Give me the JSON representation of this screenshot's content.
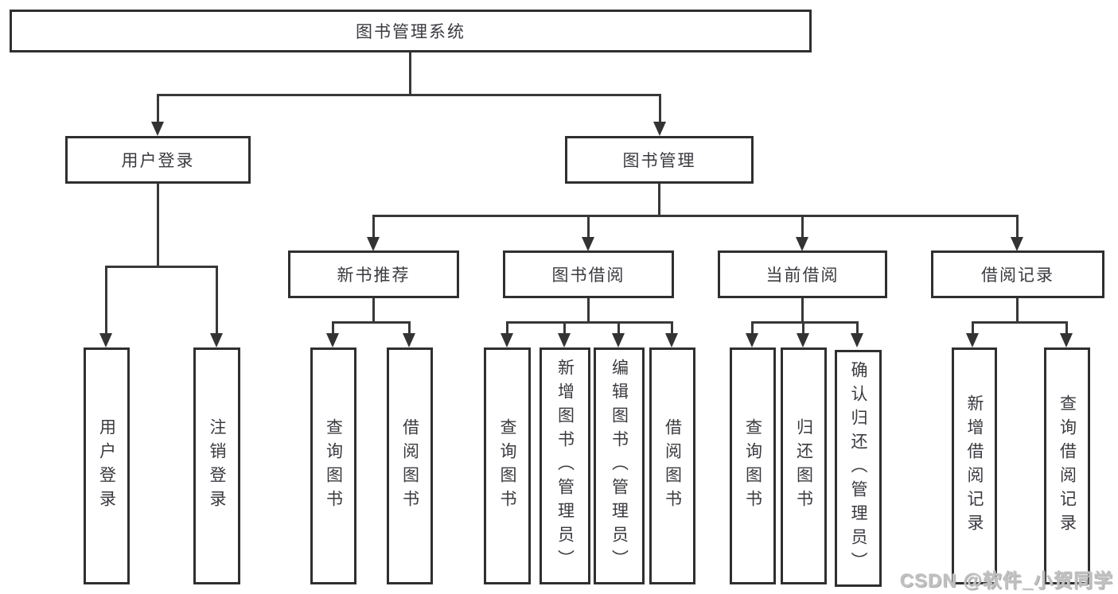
{
  "diagram": {
    "root": {
      "label": "图书管理系统"
    },
    "branches": [
      {
        "label": "用户登录",
        "children": [
          {
            "label": "用户登录"
          },
          {
            "label": "注销登录"
          }
        ]
      },
      {
        "label": "图书管理",
        "children": [
          {
            "label": "新书推荐",
            "children": [
              {
                "label": "查询图书"
              },
              {
                "label": "借阅图书"
              }
            ]
          },
          {
            "label": "图书借阅",
            "children": [
              {
                "label": "查询图书"
              },
              {
                "label": "新增图书（管理员）"
              },
              {
                "label": "编辑图书（管理员）"
              },
              {
                "label": "借阅图书"
              }
            ]
          },
          {
            "label": "当前借阅",
            "children": [
              {
                "label": "查询图书"
              },
              {
                "label": "归还图书"
              },
              {
                "label": "确认归还（管理员）"
              }
            ]
          },
          {
            "label": "借阅记录",
            "children": [
              {
                "label": "新增借阅记录"
              },
              {
                "label": "查询借阅记录"
              }
            ]
          }
        ]
      }
    ],
    "watermark": "CSDN @软件_小贺同学",
    "colors": {
      "line": "#383838",
      "box_border": "#2f2f2f",
      "text": "#3a3a40",
      "watermark": "#bfbfbf",
      "background": "#ffffff"
    }
  }
}
